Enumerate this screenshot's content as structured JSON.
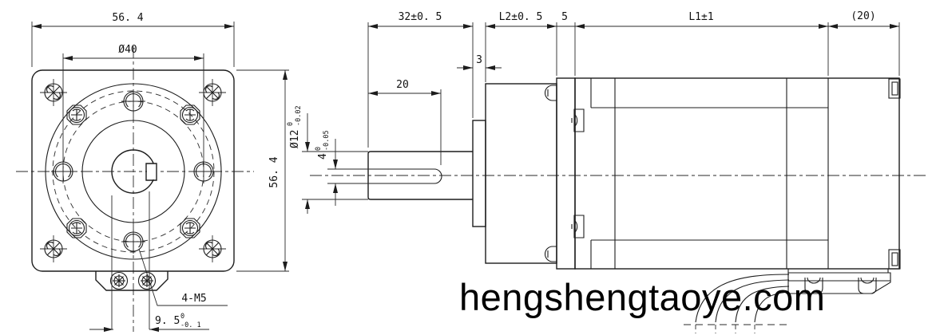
{
  "drawing": {
    "watermark": "hengshengtaoye.com",
    "front_view": {
      "dim_flange_width": "56. 4",
      "dim_bolt_circle_diameter": "Ø40",
      "dim_flange_height": "56. 4",
      "mounting_holes_label": "4-M5",
      "dim_shaft_flat_width": {
        "value": "9. 5",
        "tol_upper": "0",
        "tol_lower": "-0. 1"
      }
    },
    "side_view": {
      "dim_shaft_extension": "32±0. 5",
      "dim_gearbox_length": "L2±0. 5",
      "dim_flange_thickness": "5",
      "dim_motor_body_length": "L1±1",
      "dim_rear_housing_length": "(20)",
      "dim_pilot_boss_width": "3",
      "dim_shaft_flat_length": "20",
      "dim_shaft_diameter": {
        "value": "Ø12",
        "tol_upper": "0",
        "tol_lower": "-0.02"
      },
      "dim_shaft_flat_depth": {
        "value": "4",
        "tol_upper": "0",
        "tol_lower": "-0.05"
      }
    }
  }
}
